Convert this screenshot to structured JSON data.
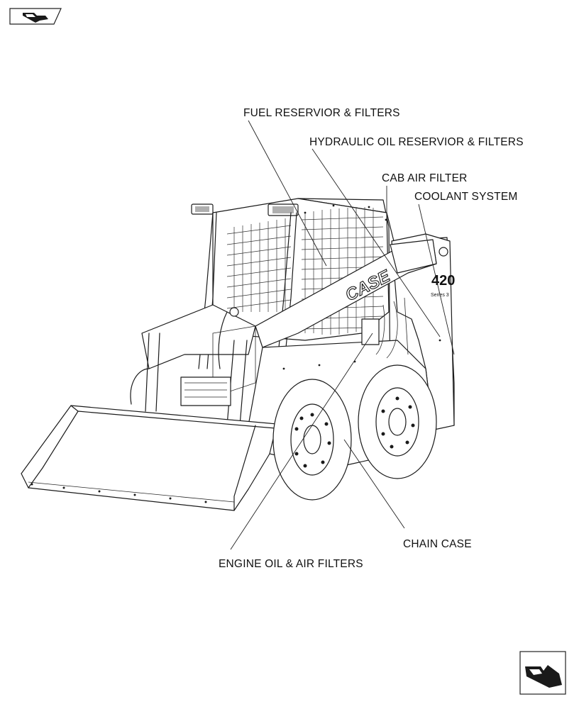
{
  "callouts": {
    "fuel": "FUEL RESERVIOR & FILTERS",
    "hydraulic": "HYDRAULIC OIL RESERVIOR & FILTERS",
    "cab_air": "CAB AIR FILTER",
    "coolant": "COOLANT SYSTEM",
    "chain_case": "CHAIN CASE",
    "engine_oil": "ENGINE OIL & AIR FILTERS"
  },
  "machine_markings": {
    "brand": "CASE",
    "model": "420",
    "series": "Series 3"
  },
  "icons": {
    "top": "previous-page-icon",
    "bottom": "next-page-icon"
  }
}
